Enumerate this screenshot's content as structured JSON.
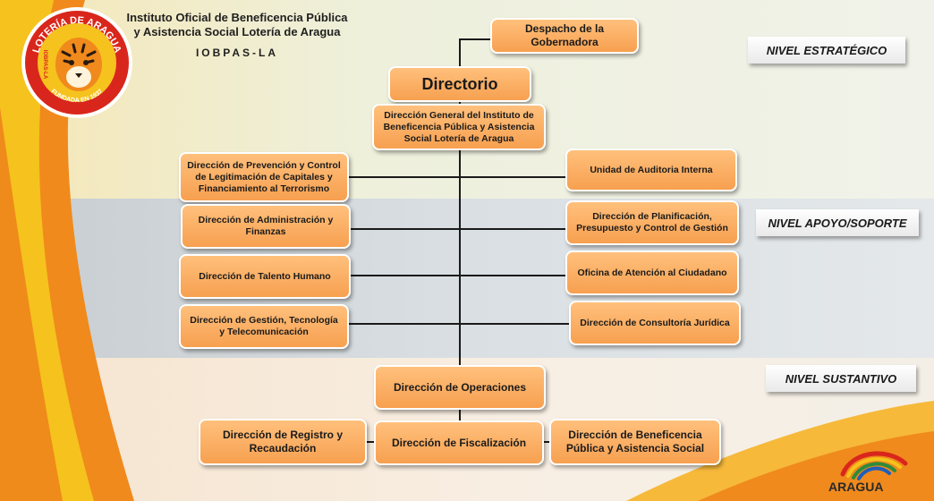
{
  "header": {
    "line1": "Instituto Oficial de Beneficencia Pública",
    "line2": "y Asistencia Social Lotería de Aragua",
    "abbrev": "IOBPAS-LA"
  },
  "logo": {
    "top_text": "LOTERÍA DE ARAGUA",
    "side_text": "IOBPAS-LA",
    "bottom_text": "FUNDADA EN 1937"
  },
  "levels": {
    "strategic": "NIVEL ESTRATÉGICO",
    "support": "NIVEL APOYO/SOPORTE",
    "substantive": "NIVEL SUSTANTIVO"
  },
  "units": {
    "despacho": "Despacho de la Gobernadora",
    "directorio": "Directorio",
    "direccion_general": "Dirección General del Instituto de Beneficencia Pública y Asistencia Social Lotería de Aragua",
    "prevencion": "Dirección de Prevención y Control de Legitimación de Capitales y Financiamiento al Terrorismo",
    "auditoria": "Unidad de Auditoria Interna",
    "administracion": "Dirección de Administración y Finanzas",
    "planificacion": "Dirección de Planificación, Presupuesto y Control de Gestión",
    "talento": "Dirección de Talento Humano",
    "atencion": "Oficina de Atención al Ciudadano",
    "gestion_tec": "Dirección de Gestión, Tecnología y Telecomunicación",
    "consultoria": "Dirección de Consultoría Jurídica",
    "operaciones": "Dirección de Operaciones",
    "registro": "Dirección de Registro y Recaudación",
    "fiscalizacion": "Dirección de Fiscalización",
    "beneficencia": "Dirección de Beneficencia Pública y Asistencia Social"
  },
  "brand": {
    "name": "ARAGUA"
  },
  "colors": {
    "box": "#f7a050",
    "box_light": "#ffc07c",
    "orange": "#f08a1c",
    "yellow": "#f6c21d"
  },
  "icons": {
    "logo": "tiger-emblem-icon",
    "brand": "aragua-rainbow-icon"
  }
}
